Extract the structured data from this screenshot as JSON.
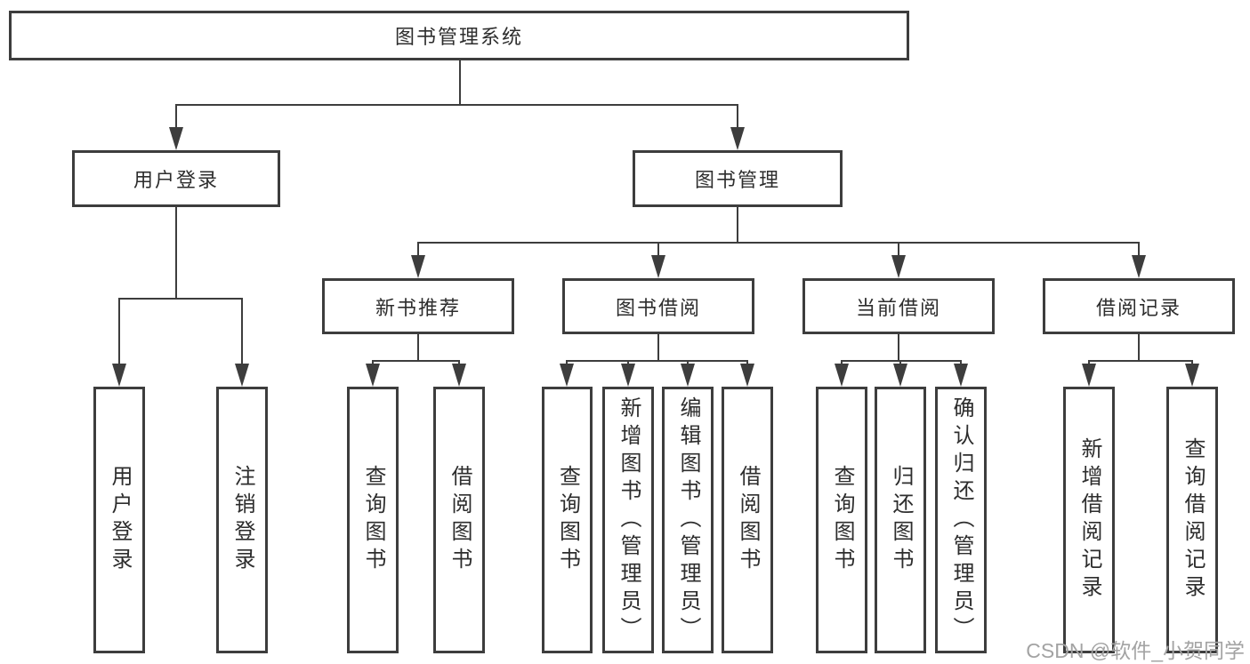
{
  "diagram": {
    "type": "hierarchy-tree",
    "title": "图书管理系统",
    "nodes": {
      "root": "图书管理系统",
      "user_login": "用户登录",
      "book_management": "图书管理",
      "new_book_recommend": "新书推荐",
      "book_borrowing": "图书借阅",
      "current_borrowing": "当前借阅",
      "borrowing_records": "借阅记录",
      "leaf_user_login": "用户登录",
      "leaf_logout": "注销登录",
      "leaf_recommend_query_books": "查询图书",
      "leaf_recommend_borrow_books": "借阅图书",
      "leaf_borrowing_query_books": "查询图书",
      "leaf_borrowing_add_books": "新增图书（管理员）",
      "leaf_borrowing_edit_books": "编辑图书（管理员）",
      "leaf_borrowing_borrow_books": "借阅图书",
      "leaf_current_query_books": "查询图书",
      "leaf_current_return_books": "归还图书",
      "leaf_current_confirm_return": "确认归还（管理员）",
      "leaf_records_add_record": "新增借阅记录",
      "leaf_records_query_record": "查询借阅记录"
    },
    "edges": [
      [
        "root",
        "user_login"
      ],
      [
        "root",
        "book_management"
      ],
      [
        "user_login",
        "leaf_user_login"
      ],
      [
        "user_login",
        "leaf_logout"
      ],
      [
        "book_management",
        "new_book_recommend"
      ],
      [
        "book_management",
        "book_borrowing"
      ],
      [
        "book_management",
        "current_borrowing"
      ],
      [
        "book_management",
        "borrowing_records"
      ],
      [
        "new_book_recommend",
        "leaf_recommend_query_books"
      ],
      [
        "new_book_recommend",
        "leaf_recommend_borrow_books"
      ],
      [
        "book_borrowing",
        "leaf_borrowing_query_books"
      ],
      [
        "book_borrowing",
        "leaf_borrowing_add_books"
      ],
      [
        "book_borrowing",
        "leaf_borrowing_edit_books"
      ],
      [
        "book_borrowing",
        "leaf_borrowing_borrow_books"
      ],
      [
        "current_borrowing",
        "leaf_current_query_books"
      ],
      [
        "current_borrowing",
        "leaf_current_return_books"
      ],
      [
        "current_borrowing",
        "leaf_current_confirm_return"
      ],
      [
        "borrowing_records",
        "leaf_records_add_record"
      ],
      [
        "borrowing_records",
        "leaf_records_query_record"
      ]
    ],
    "colors": {
      "line": "#3d3d3d",
      "box_border": "#3d3d3d",
      "text": "#2d2d2d",
      "background": "#ffffff",
      "watermark_text": "#a3a3a3"
    }
  },
  "watermark": "CSDN @软件_小贺同学"
}
